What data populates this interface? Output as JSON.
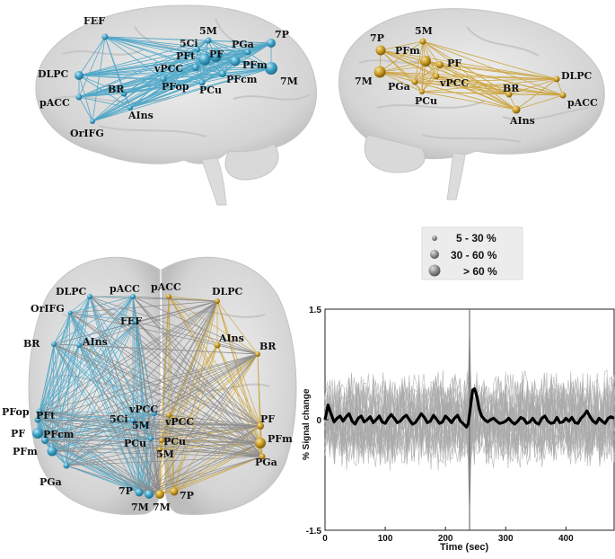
{
  "colors": {
    "left": "#3a9fc4",
    "right": "#c99a22",
    "cross": "#7a7a7a",
    "brain": "#cfcfcf",
    "trace_gray": "#a9a9a9",
    "trace_mean": "#000000"
  },
  "panels": {
    "left_lateral": {
      "labels": [
        "FEF",
        "5M",
        "5Ci",
        "7P",
        "PGa",
        "PFt",
        "PF",
        "PFm",
        "7M",
        "vPCC",
        "PFcm",
        "DLPC",
        "PFop",
        "PCu",
        "BR",
        "pACC",
        "AIns",
        "OrIFG"
      ]
    },
    "right_lateral": {
      "labels": [
        "7P",
        "5M",
        "PFm",
        "PF",
        "7M",
        "vPCC",
        "PGa",
        "PCu",
        "BR",
        "DLPC",
        "pACC",
        "AIns"
      ]
    },
    "axial": {
      "left_labels": [
        "DLPC",
        "pACC",
        "OrIFG",
        "FEF",
        "BR",
        "AIns",
        "PFop",
        "PFt",
        "PF",
        "PFcm",
        "5Ci",
        "5M",
        "vPCC",
        "PFm",
        "PCu",
        "PGa",
        "7P",
        "7M"
      ],
      "right_labels": [
        "pACC",
        "DLPC",
        "AIns",
        "BR",
        "vPCC",
        "PF",
        "PCu",
        "PFm",
        "5M",
        "PGa",
        "7P",
        "7M"
      ]
    }
  },
  "legend": {
    "items": [
      "5 - 30 %",
      "30 - 60 %",
      "> 60 %"
    ]
  },
  "chart_data": {
    "type": "line",
    "ylabel": "% Signal change",
    "xlabel": "Time (sec)",
    "xlim": [
      0,
      480
    ],
    "ylim": [
      -1.5,
      1.5
    ],
    "xticks": [
      "0",
      "100",
      "200",
      "300",
      "400"
    ],
    "yticks": [
      "1.5",
      "0",
      "-1.5"
    ],
    "event_time": 240,
    "series": [
      {
        "x": [
          0,
          5,
          10,
          15,
          20,
          25,
          30,
          35,
          40,
          45,
          50,
          55,
          60,
          65,
          70,
          75,
          80,
          85,
          90,
          95,
          100,
          105,
          110,
          115,
          120,
          125,
          130,
          135,
          140,
          145,
          150,
          155,
          160,
          165,
          170,
          175,
          180,
          185,
          190,
          195,
          200,
          205,
          210,
          215,
          220,
          225,
          230,
          235,
          238,
          242,
          245,
          248,
          250,
          253,
          256,
          260,
          265,
          270,
          275,
          280,
          285,
          290,
          295,
          300,
          305,
          310,
          315,
          320,
          325,
          330,
          335,
          340,
          345,
          350,
          355,
          360,
          365,
          370,
          375,
          380,
          385,
          390,
          395,
          400,
          405,
          410,
          415,
          420,
          425,
          430,
          435,
          440,
          445,
          450,
          455,
          460,
          465,
          470,
          475,
          480
        ],
        "y": [
          0,
          0.2,
          0.08,
          -0.03,
          0.02,
          0.05,
          -0.02,
          0.04,
          0.08,
          -0.02,
          -0.06,
          0.02,
          0.05,
          -0.03,
          0,
          0.04,
          -0.04,
          0,
          0.05,
          -0.03,
          -0.05,
          0.02,
          0.07,
          0.02,
          -0.04,
          -0.02,
          0.03,
          0.06,
          0,
          -0.06,
          -0.04,
          0.02,
          0.08,
          0.03,
          -0.04,
          -0.02,
          0.06,
          0.01,
          -0.05,
          -0.03,
          0.05,
          0.01,
          -0.04,
          0.02,
          0.06,
          -0.02,
          -0.06,
          -0.1,
          -0.05,
          0.2,
          0.4,
          0.42,
          0.38,
          0.28,
          0.15,
          0.05,
          0,
          -0.03,
          0,
          0.02,
          -0.02,
          -0.05,
          -0.04,
          -0.02,
          0.02,
          -0.03,
          -0.06,
          -0.02,
          0.03,
          0.01,
          -0.05,
          -0.03,
          0.02,
          -0.04,
          -0.06,
          0.02,
          0.05,
          -0.02,
          -0.05,
          -0.04,
          0.03,
          -0.04,
          -0.03,
          0.02,
          -0.02,
          0.03,
          -0.04,
          -0.05,
          0.02,
          0.06,
          0.12,
          0.04,
          -0.02,
          -0.05,
          0.02,
          -0.02,
          -0.05,
          0.02,
          0.04,
          0.02
        ]
      }
    ]
  }
}
